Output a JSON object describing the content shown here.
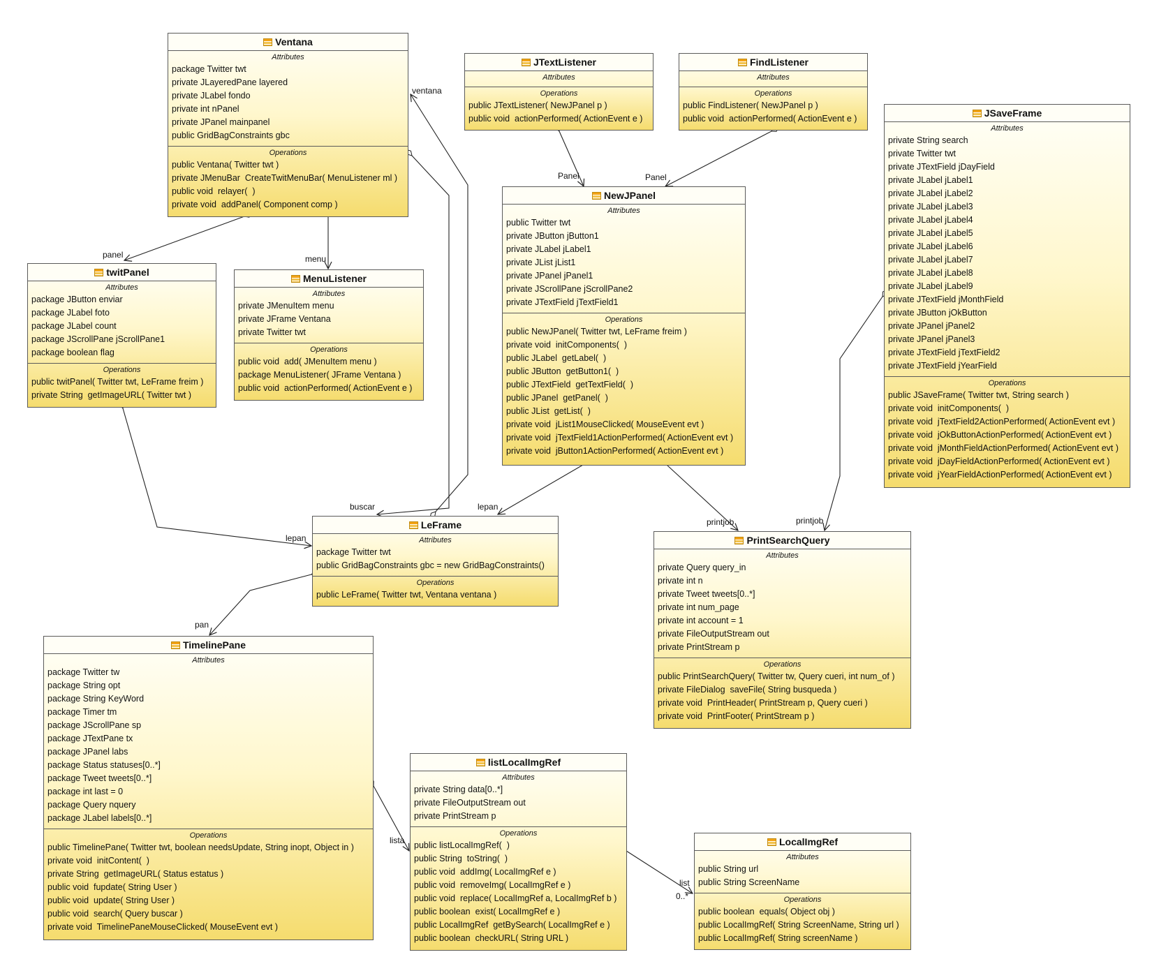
{
  "classes": {
    "ventana": {
      "name": "Ventana",
      "attributes_title": "Attributes",
      "attributes": [
        "package Twitter twt",
        "private JLayeredPane layered",
        "private JLabel fondo",
        "private int nPanel",
        "private JPanel mainpanel",
        "public GridBagConstraints gbc"
      ],
      "operations_title": "Operations",
      "operations": [
        "public Ventana( Twitter twt )",
        "private JMenuBar  CreateTwitMenuBar( MenuListener ml )",
        "public void  relayer(  )",
        "private void  addPanel( Component comp )"
      ]
    },
    "jtextlistener": {
      "name": "JTextListener",
      "attributes_title": "Attributes",
      "attributes": [],
      "operations_title": "Operations",
      "operations": [
        "public JTextListener( NewJPanel p )",
        "public void  actionPerformed( ActionEvent e )"
      ]
    },
    "findlistener": {
      "name": "FindListener",
      "attributes_title": "Attributes",
      "attributes": [],
      "operations_title": "Operations",
      "operations": [
        "public FindListener( NewJPanel p )",
        "public void  actionPerformed( ActionEvent e )"
      ]
    },
    "jsaveframe": {
      "name": "JSaveFrame",
      "attributes_title": "Attributes",
      "attributes": [
        "private String search",
        "private Twitter twt",
        "private JTextField jDayField",
        "private JLabel jLabel1",
        "private JLabel jLabel2",
        "private JLabel jLabel3",
        "private JLabel jLabel4",
        "private JLabel jLabel5",
        "private JLabel jLabel6",
        "private JLabel jLabel7",
        "private JLabel jLabel8",
        "private JLabel jLabel9",
        "private JTextField jMonthField",
        "private JButton jOkButton",
        "private JPanel jPanel2",
        "private JPanel jPanel3",
        "private JTextField jTextField2",
        "private JTextField jYearField"
      ],
      "operations_title": "Operations",
      "operations": [
        "public JSaveFrame( Twitter twt, String search )",
        "private void  initComponents(  )",
        "private void  jTextField2ActionPerformed( ActionEvent evt )",
        "private void  jOkButtonActionPerformed( ActionEvent evt )",
        "private void  jMonthFieldActionPerformed( ActionEvent evt )",
        "private void  jDayFieldActionPerformed( ActionEvent evt )",
        "private void  jYearFieldActionPerformed( ActionEvent evt )"
      ]
    },
    "newjpanel": {
      "name": "NewJPanel",
      "attributes_title": "Attributes",
      "attributes": [
        "public Twitter twt",
        "private JButton jButton1",
        "private JLabel jLabel1",
        "private JList jList1",
        "private JPanel jPanel1",
        "private JScrollPane jScrollPane2",
        "private JTextField jTextField1"
      ],
      "operations_title": "Operations",
      "operations": [
        "public NewJPanel( Twitter twt, LeFrame freim )",
        "private void  initComponents(  )",
        "public JLabel  getLabel(  )",
        "public JButton  getButton1(  )",
        "public JTextField  getTextField(  )",
        "public JPanel  getPanel(  )",
        "public JList  getList(  )",
        "private void  jList1MouseClicked( MouseEvent evt )",
        "private void  jTextField1ActionPerformed( ActionEvent evt )",
        "private void  jButton1ActionPerformed( ActionEvent evt )"
      ]
    },
    "twitpanel": {
      "name": "twitPanel",
      "attributes_title": "Attributes",
      "attributes": [
        "package JButton enviar",
        "package JLabel foto",
        "package JLabel count",
        "package JScrollPane jScrollPane1",
        "package boolean flag"
      ],
      "operations_title": "Operations",
      "operations": [
        "public twitPanel( Twitter twt, LeFrame freim )",
        "private String  getImageURL( Twitter twt )"
      ]
    },
    "menulistener": {
      "name": "MenuListener",
      "attributes_title": "Attributes",
      "attributes": [
        "private JMenuItem menu",
        "private JFrame Ventana",
        "private Twitter twt"
      ],
      "operations_title": "Operations",
      "operations": [
        "public void  add( JMenuItem menu )",
        "package MenuListener( JFrame Ventana )",
        "public void  actionPerformed( ActionEvent e )"
      ]
    },
    "leframe": {
      "name": "LeFrame",
      "attributes_title": "Attributes",
      "attributes": [
        "package Twitter twt",
        "public GridBagConstraints gbc = new GridBagConstraints()"
      ],
      "operations_title": "Operations",
      "operations": [
        "public LeFrame( Twitter twt, Ventana ventana )"
      ]
    },
    "printsearchquery": {
      "name": "PrintSearchQuery",
      "attributes_title": "Attributes",
      "attributes": [
        "private Query query_in",
        "private int n",
        "private Tweet tweets[0..*]",
        "private int num_page",
        "private int account = 1",
        "private FileOutputStream out",
        "private PrintStream p"
      ],
      "operations_title": "Operations",
      "operations": [
        "public PrintSearchQuery( Twitter tw, Query cueri, int num_of )",
        "private FileDialog  saveFile( String busqueda )",
        "private void  PrintHeader( PrintStream p, Query cueri )",
        "private void  PrintFooter( PrintStream p )"
      ]
    },
    "timelinepane": {
      "name": "TimelinePane",
      "attributes_title": "Attributes",
      "attributes": [
        "package Twitter tw",
        "package String opt",
        "package String KeyWord",
        "package Timer tm",
        "package JScrollPane sp",
        "package JTextPane tx",
        "package JPanel labs",
        "package Status statuses[0..*]",
        "package Tweet tweets[0..*]",
        "package int last = 0",
        "package Query nquery",
        "package JLabel labels[0..*]"
      ],
      "operations_title": "Operations",
      "operations": [
        "public TimelinePane( Twitter twt, boolean needsUpdate, String inopt, Object in )",
        "private void  initContent(  )",
        "private String  getImageURL( Status estatus )",
        "public void  fupdate( String User )",
        "public void  update( String User )",
        "public void  search( Query buscar )",
        "private void  TimelinePaneMouseClicked( MouseEvent evt )"
      ]
    },
    "listlocalimgref": {
      "name": "listLocalImgRef",
      "attributes_title": "Attributes",
      "attributes": [
        "private String data[0..*]",
        "private FileOutputStream out",
        "private PrintStream p"
      ],
      "operations_title": "Operations",
      "operations": [
        "public listLocalImgRef(  )",
        "public String  toString(  )",
        "public void  addImg( LocalImgRef e )",
        "public void  removeImg( LocalImgRef e )",
        "public void  replace( LocalImgRef a, LocalImgRef b )",
        "public boolean  exist( LocalImgRef e )",
        "public LocalImgRef  getBySearch( LocalImgRef e )",
        "public boolean  checkURL( String URL )"
      ]
    },
    "localimgref": {
      "name": "LocalImgRef",
      "attributes_title": "Attributes",
      "attributes": [
        "public String url",
        "public String ScreenName"
      ],
      "operations_title": "Operations",
      "operations": [
        "public boolean  equals( Object obj )",
        "public LocalImgRef( String ScreenName, String url )",
        "public LocalImgRef( String screenName )"
      ]
    }
  },
  "relations": {
    "ventana": "ventana",
    "panel": "panel",
    "menu": "menu",
    "panel_jtext": "Panel",
    "panel_find": "Panel",
    "buscar": "buscar",
    "lepan_newjpanel": "lepan",
    "lepan_twitpanel": "lepan",
    "printjob_newjpanel": "printjob",
    "printjob_jsave": "printjob",
    "pan": "pan",
    "lista": "lista",
    "list": "list",
    "list_mult": "0..*"
  },
  "colors": {
    "class_fill_top": "#fffff8",
    "class_fill_bottom": "#f5dc6e",
    "border": "#5a5a5a",
    "icon": "#f3a315"
  }
}
